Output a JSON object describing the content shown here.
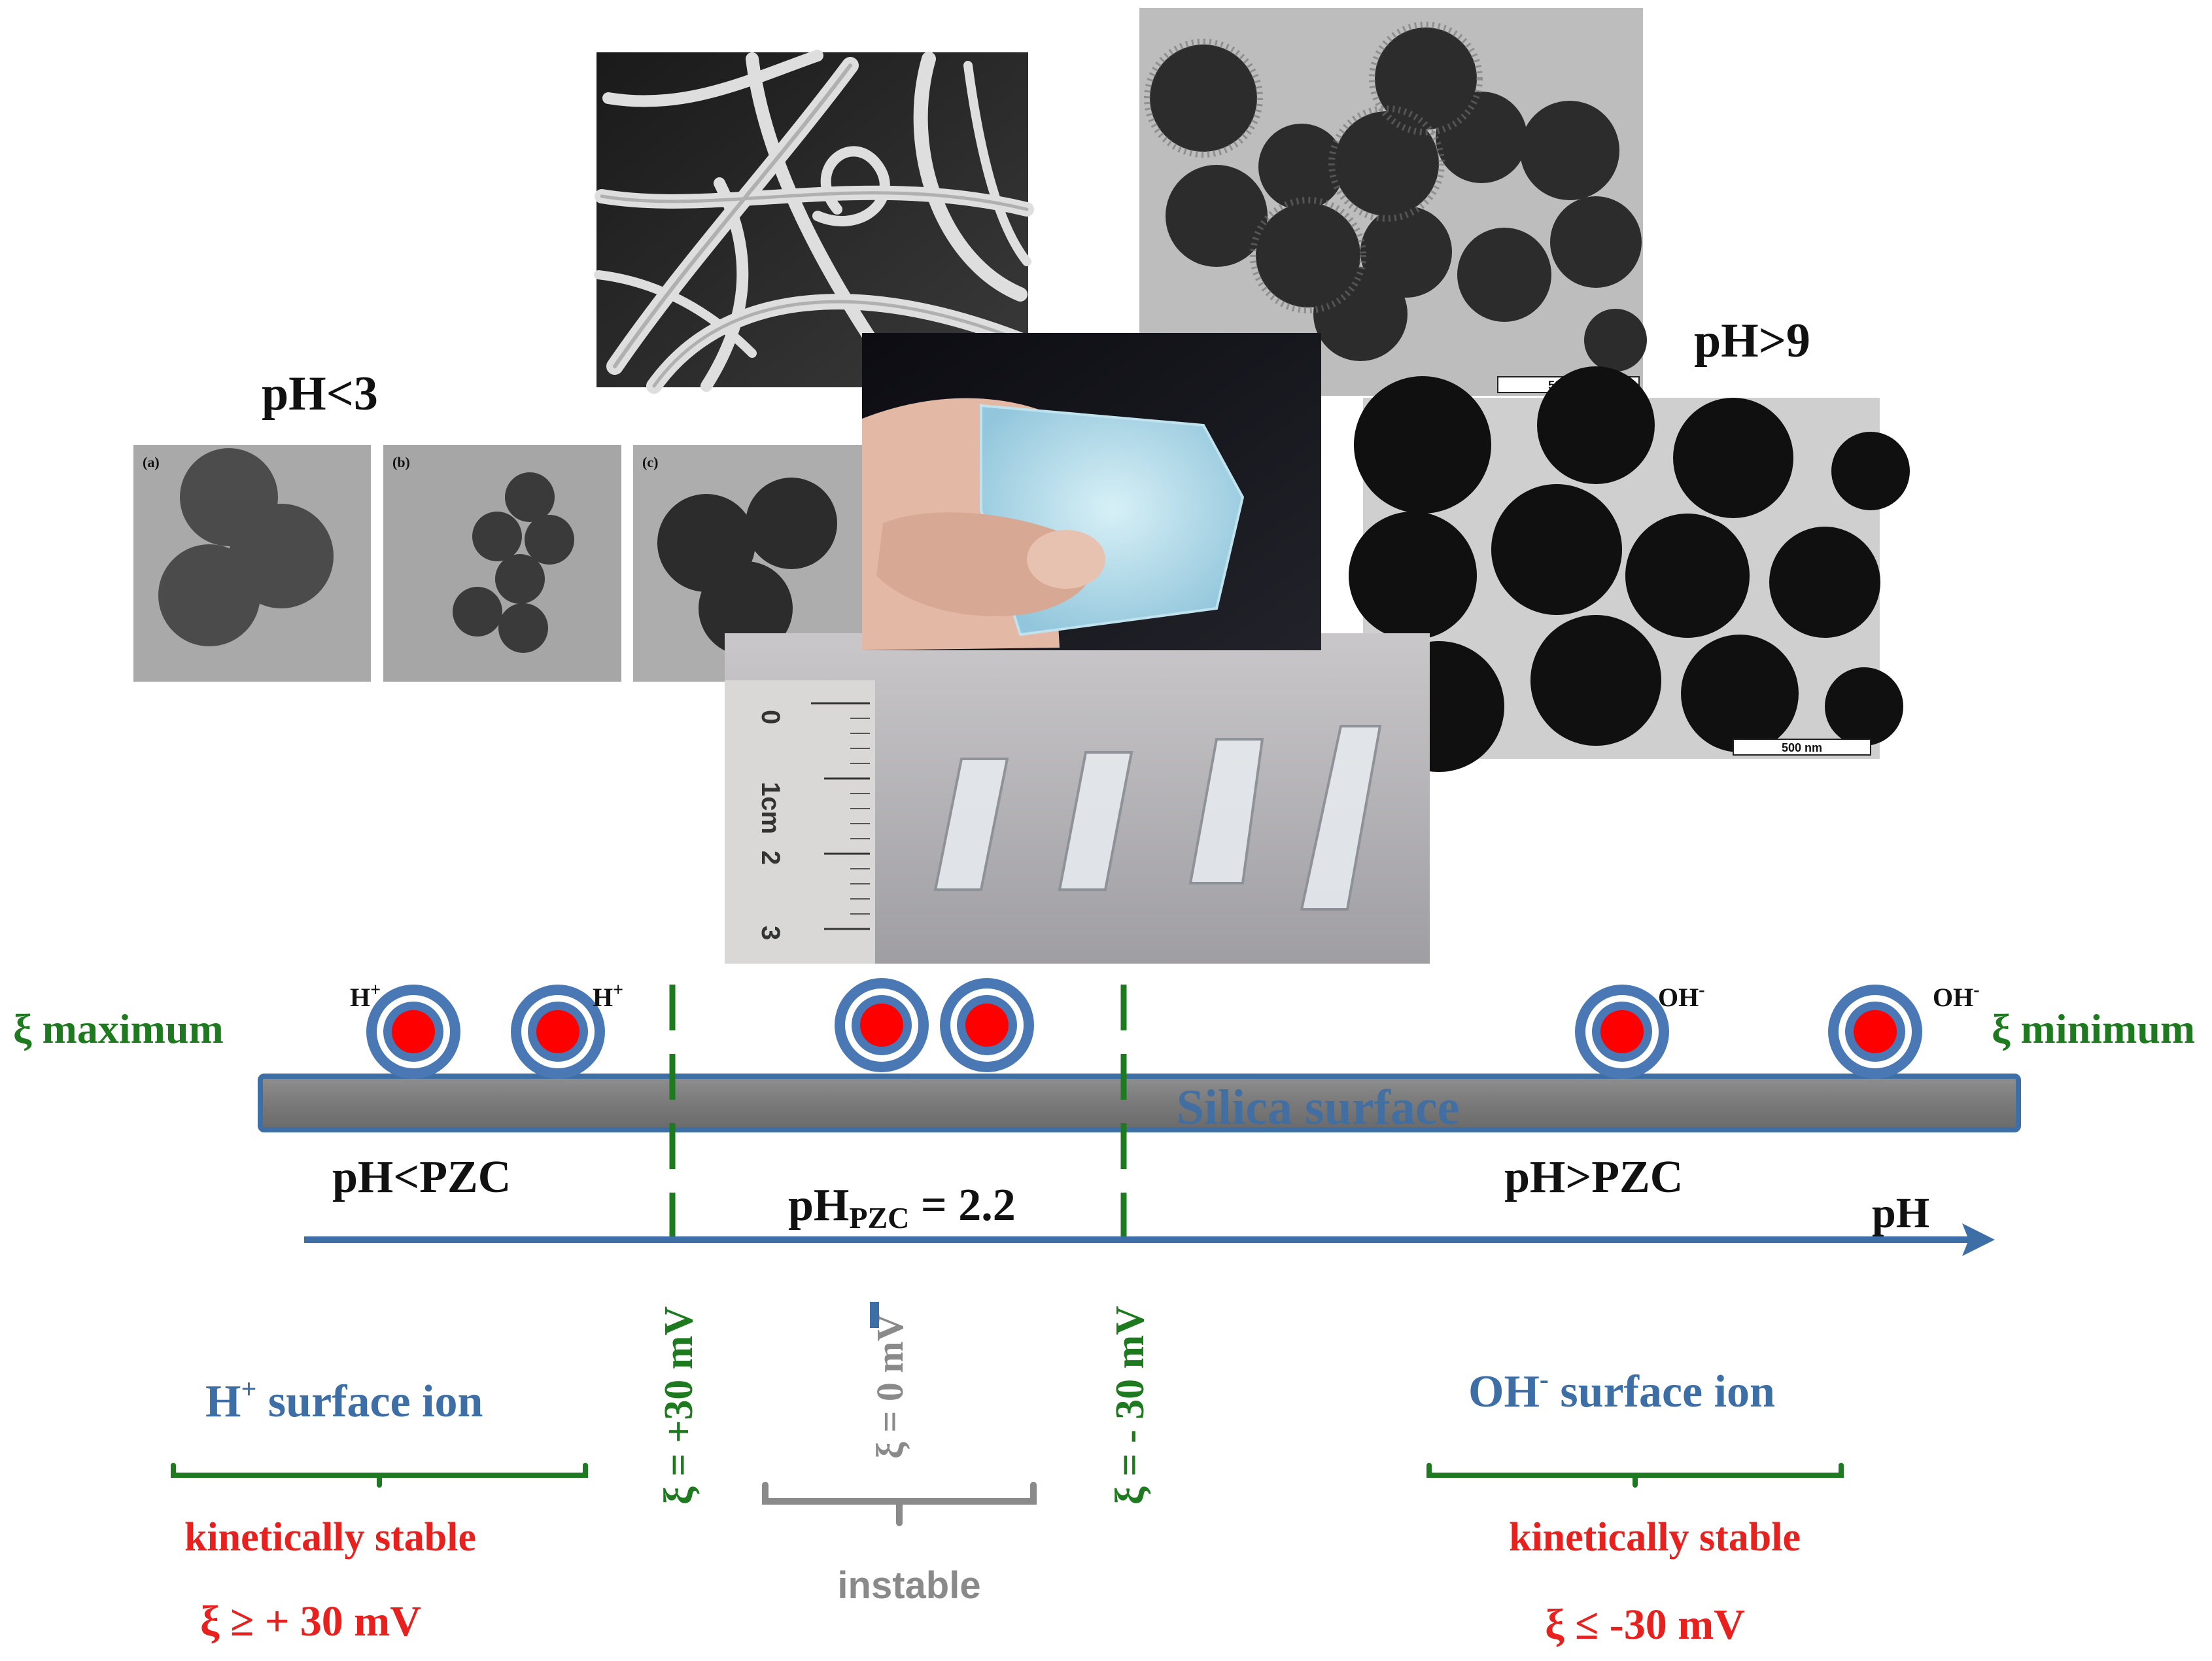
{
  "colors": {
    "green": "#1e7a1e",
    "blue": "#3d6ea6",
    "red": "#e8201e",
    "gray": "#8a8a8a",
    "surface": "#7f7f7f",
    "ring_outer": "#4a78b4",
    "ring_inner": "#ffffff",
    "core": "#ff0000"
  },
  "photos": {
    "fibers": {
      "icon": "sem-fiber-network-image"
    },
    "rough_spheres": {
      "icon": "tem-rough-spheres-image",
      "scale_bar": "500 nm"
    },
    "gel": {
      "icon": "silica-gel-in-hand-photo"
    },
    "tem_small": {
      "icon": "tem-small-spheres-images",
      "panels": [
        "(a)",
        "(b)",
        "(c)"
      ]
    },
    "monoliths": {
      "icon": "silica-monoliths-with-ruler-photo",
      "ruler_labels": [
        "0",
        "1cm",
        "2",
        "3"
      ]
    },
    "tem_large": {
      "icon": "tem-large-spheres-image",
      "scale_bar": "500 nm"
    }
  },
  "labels": {
    "ph_low": "pH<3",
    "ph_high": "pH>9",
    "xi_max": "ξ maximum",
    "xi_min": "ξ minimum",
    "surface": "Silica surface",
    "ph_lt_pzc": "pH<PZC",
    "ph_gt_pzc": "pH>PZC",
    "ph_pzc_base": "pH",
    "ph_pzc_sub": "PZC",
    "ph_pzc_val": " = 2.2",
    "ph_axis": "pH",
    "xi_pos30": "ξ = +30 mV",
    "xi_zero": "ξ = 0 mV",
    "xi_neg30": "ξ = - 30 mV",
    "h_ion_base": "H",
    "h_ion_sup": "+",
    "h_ion_rest": " surface ion",
    "oh_ion_base": "OH",
    "oh_ion_sup": "-",
    "oh_ion_rest": " surface ion",
    "stable_left": "kinetically stable",
    "stable_right": "kinetically stable",
    "instable": "instable",
    "cond_left": "ξ ≥ + 30 mV",
    "cond_right": "ξ ≤ -30 mV"
  },
  "particles": [
    {
      "ion_base": "H",
      "ion_sup": "+"
    },
    {
      "ion_base": "H",
      "ion_sup": "+"
    },
    {
      "ion_base": "",
      "ion_sup": ""
    },
    {
      "ion_base": "",
      "ion_sup": ""
    },
    {
      "ion_base": "OH",
      "ion_sup": "-"
    },
    {
      "ion_base": "OH",
      "ion_sup": "-"
    }
  ]
}
